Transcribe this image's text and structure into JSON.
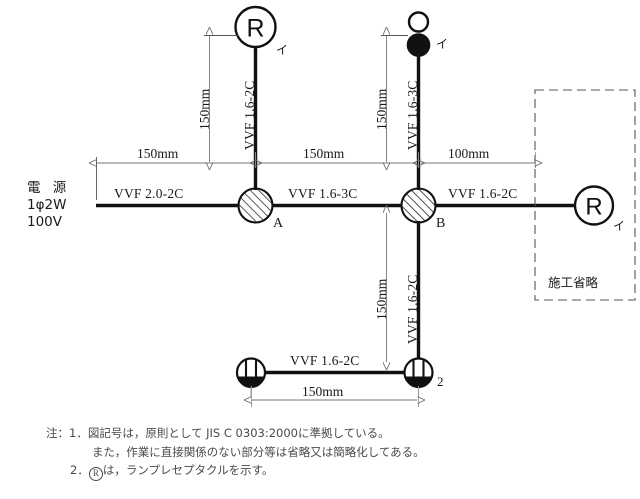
{
  "diagram": {
    "title": "single-line wiring diagram",
    "source": {
      "line1": "電 源",
      "line2": "1φ2W",
      "line3": "100V"
    },
    "nodes": {
      "a_label": "A",
      "b_label": "B",
      "outlet_count_label": "2"
    },
    "cables": {
      "top_left_vertical": "VVF 1.6-2C",
      "top_mid_vertical": "VVF 1.6-3C",
      "main_left": "VVF 2.0-2C",
      "main_mid": "VVF 1.6-3C",
      "main_right": "VVF 1.6-2C",
      "lower_vertical": "VVF 1.6-2C",
      "bottom_horizontal": "VVF 1.6-2C"
    },
    "dimensions": {
      "top_left_vertical": "150mm",
      "top_mid_vertical": "150mm",
      "main_left": "150mm",
      "main_mid": "150mm",
      "main_right": "100mm",
      "lower_vertical": "150mm",
      "bottom_horizontal": "150mm"
    },
    "marks": {
      "lamp_top_left": "イ",
      "switch_top_mid": "イ",
      "lamp_right": "イ"
    },
    "symbols": {
      "lamp_receptacle_letter": "R"
    },
    "omitted_area": {
      "label": "施工省略"
    },
    "notes": {
      "prefix": "注：",
      "item1_no": "1．",
      "item1_line1": "図記号は，原則として JIS C 0303:2000に準拠している。",
      "item1_line2": "また，作業に直接関係のない部分等は省略又は簡略化してある。",
      "item2_no": "2．",
      "item2_text_before": "は，ランプレセプタクルを示す。",
      "item2_symbol": "R"
    },
    "colors": {
      "line": "#111111",
      "dimension": "#666666",
      "note_text": "#4a4a4a",
      "background": "#ffffff"
    }
  }
}
